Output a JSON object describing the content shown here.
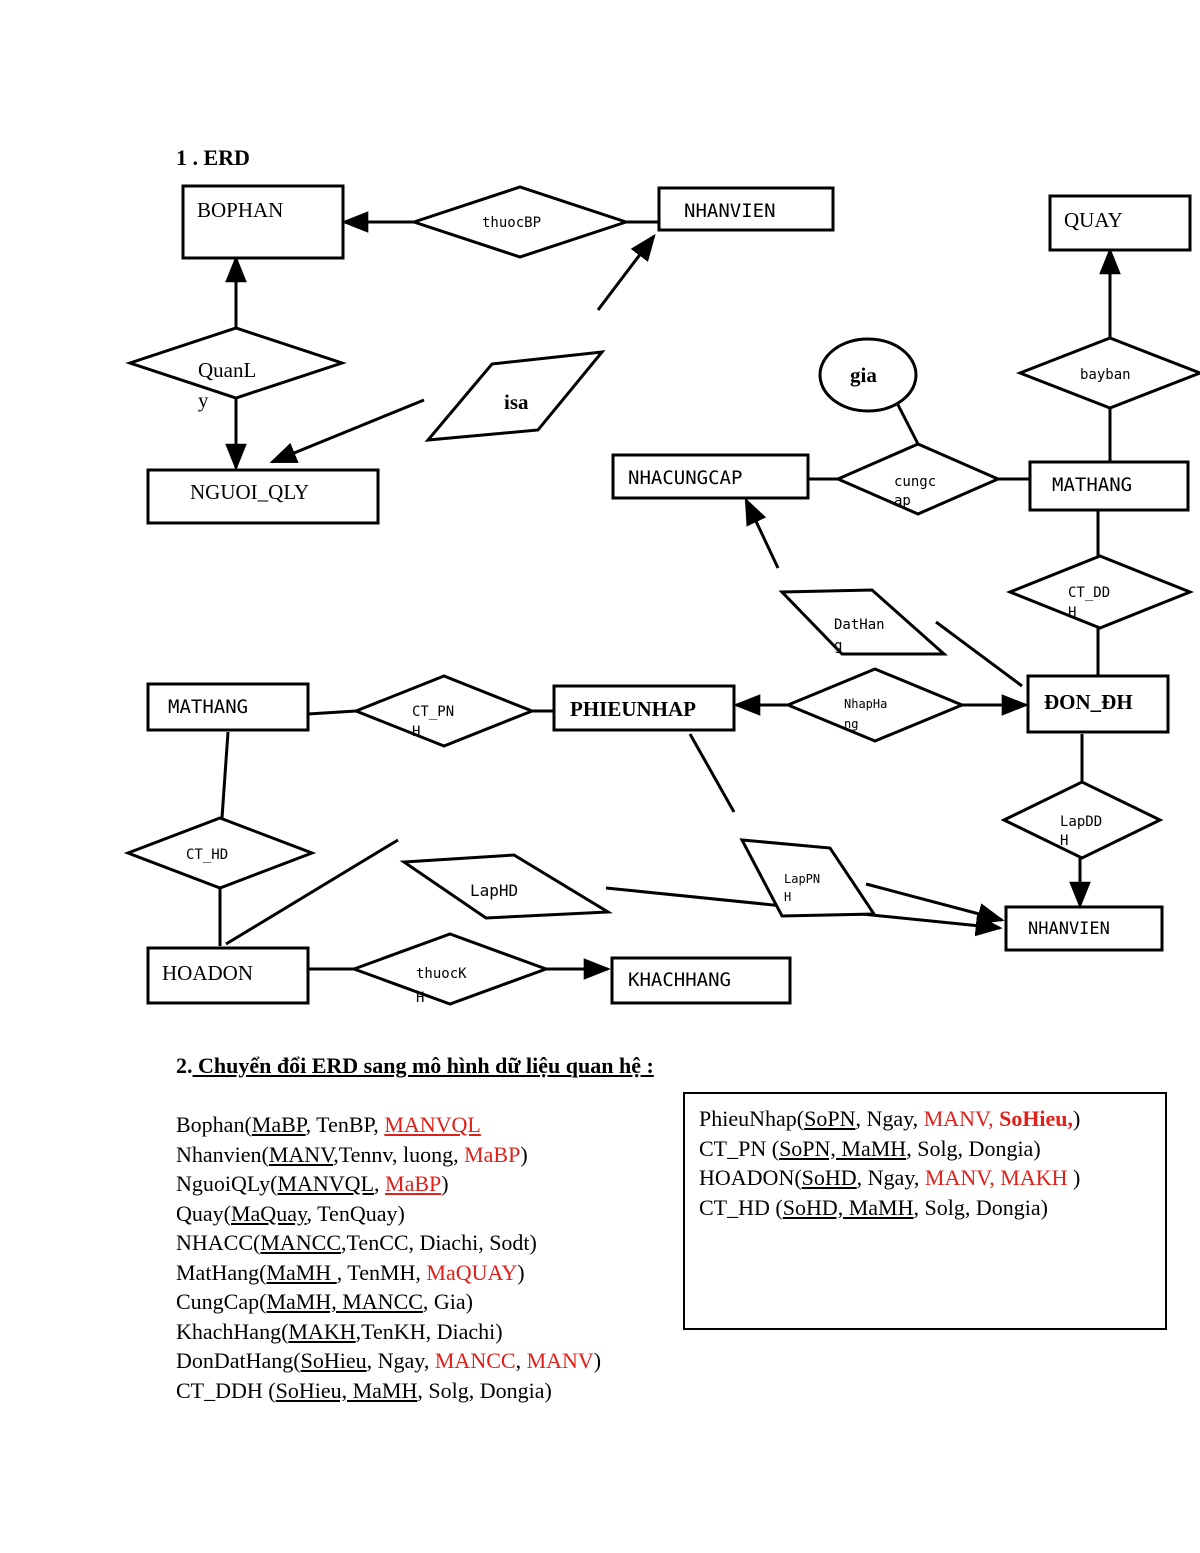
{
  "section1": {
    "title": "1 . ERD"
  },
  "colors": {
    "line": "#000000",
    "fk_red": "#e0201a"
  },
  "erd": {
    "entities": [
      {
        "id": "bophan",
        "label": "BOPHAN"
      },
      {
        "id": "nhanvien_top",
        "label": "NHANVIEN"
      },
      {
        "id": "quay",
        "label": "QUAY"
      },
      {
        "id": "nguoi_qly",
        "label": "NGUOI_QLY"
      },
      {
        "id": "nhacungcap",
        "label": "NHACUNGCAP"
      },
      {
        "id": "mathang_right",
        "label": "MATHANG"
      },
      {
        "id": "mathang_left",
        "label": "MATHANG"
      },
      {
        "id": "phieunhap",
        "label": "PHIEUNHAP"
      },
      {
        "id": "don_dh",
        "label": "ĐON_ĐH"
      },
      {
        "id": "hoadon",
        "label": "HOADON"
      },
      {
        "id": "khachhang",
        "label": "KHACHHANG"
      },
      {
        "id": "nhanvien_bottom",
        "label": "NHANVIEN"
      }
    ],
    "relationships": [
      {
        "id": "thuocbp",
        "lines": [
          "thuocBP"
        ]
      },
      {
        "id": "quanly",
        "lines": [
          "QuanL",
          "y"
        ]
      },
      {
        "id": "bayban",
        "lines": [
          "bayban"
        ]
      },
      {
        "id": "cungcap",
        "lines": [
          "cungc",
          "ap"
        ]
      },
      {
        "id": "ct_ddh",
        "lines": [
          "CT_DD",
          "H"
        ]
      },
      {
        "id": "ct_pnh",
        "lines": [
          "CT_PN",
          "H"
        ]
      },
      {
        "id": "nhaphang",
        "lines": [
          "NhapHa",
          "ng"
        ]
      },
      {
        "id": "ct_hd",
        "lines": [
          "CT_HD"
        ]
      },
      {
        "id": "lapddh",
        "lines": [
          "LapDD",
          "H"
        ]
      },
      {
        "id": "thuockh",
        "lines": [
          "thuocK",
          "H"
        ]
      }
    ],
    "parallelograms": [
      {
        "id": "isa",
        "lines": [
          "isa"
        ]
      },
      {
        "id": "dathang",
        "lines": [
          "DatHan",
          "g"
        ]
      },
      {
        "id": "laphd",
        "lines": [
          "LapHD"
        ]
      },
      {
        "id": "lappnh",
        "lines": [
          "LapPN",
          "H"
        ]
      }
    ],
    "attributes": [
      {
        "id": "gia",
        "label": "gia"
      }
    ]
  },
  "section2": {
    "number": "2.",
    "title": "Chuyển đổi ERD sang mô hình dữ liệu quan hệ :"
  },
  "relations_left": [
    [
      {
        "t": "Bophan("
      },
      {
        "t": "MaBP",
        "u": true
      },
      {
        "t": ", TenBP, "
      },
      {
        "t": "MANVQL",
        "u": true,
        "red": true
      }
    ],
    [
      {
        "t": "Nhanvien("
      },
      {
        "t": "MANV",
        "u": true
      },
      {
        "t": ",Tennv, luong, "
      },
      {
        "t": "MaBP",
        "red": true
      },
      {
        "t": ")"
      }
    ],
    [
      {
        "t": "NguoiQLy("
      },
      {
        "t": "MANVQL",
        "u": true
      },
      {
        "t": ", "
      },
      {
        "t": "MaBP",
        "u": true,
        "red": true
      },
      {
        "t": ")"
      }
    ],
    [
      {
        "t": "Quay("
      },
      {
        "t": "MaQuay",
        "u": true
      },
      {
        "t": ", TenQuay)"
      }
    ],
    [
      {
        "t": "NHACC("
      },
      {
        "t": "MANCC",
        "u": true
      },
      {
        "t": ",TenCC, Diachi, Sodt)"
      }
    ],
    [
      {
        "t": "MatHang("
      },
      {
        "t": "MaMH ",
        "u": true
      },
      {
        "t": ", TenMH, "
      },
      {
        "t": "MaQUAY",
        "red": true
      },
      {
        "t": ")"
      }
    ],
    [
      {
        "t": "CungCap("
      },
      {
        "t": "MaMH, MANCC",
        "u": true
      },
      {
        "t": ", Gia)"
      }
    ],
    [
      {
        "t": "KhachHang("
      },
      {
        "t": "MAKH",
        "u": true
      },
      {
        "t": ",TenKH, Diachi)"
      }
    ],
    [
      {
        "t": "DonDatHang("
      },
      {
        "t": "SoHieu",
        "u": true
      },
      {
        "t": ", Ngay, "
      },
      {
        "t": "MANCC",
        "red": true
      },
      {
        "t": ", "
      },
      {
        "t": "MANV",
        "red": true
      },
      {
        "t": ")"
      }
    ],
    [
      {
        "t": "CT_DDH ("
      },
      {
        "t": "SoHieu, MaMH",
        "u": true
      },
      {
        "t": ", Solg, Dongia)"
      }
    ]
  ],
  "relations_right": [
    [
      {
        "t": "PhieuNhap("
      },
      {
        "t": "SoPN",
        "u": true
      },
      {
        "t": ", Ngay,  "
      },
      {
        "t": "MANV, ",
        "red": true
      },
      {
        "t": "SoHieu,",
        "red": true,
        "b": true
      },
      {
        "t": ")"
      }
    ],
    [
      {
        "t": "CT_PN ("
      },
      {
        "t": "SoPN, MaMH",
        "u": true
      },
      {
        "t": ", Solg, Dongia)"
      }
    ],
    [
      {
        "t": "HOADON("
      },
      {
        "t": "SoHD",
        "u": true
      },
      {
        "t": ", Ngay,  "
      },
      {
        "t": "MANV, MAKH ",
        "red": true
      },
      {
        "t": ")"
      }
    ],
    [
      {
        "t": "CT_HD ("
      },
      {
        "t": "SoHD, MaMH",
        "u": true
      },
      {
        "t": ", Solg, Dongia)"
      }
    ]
  ]
}
